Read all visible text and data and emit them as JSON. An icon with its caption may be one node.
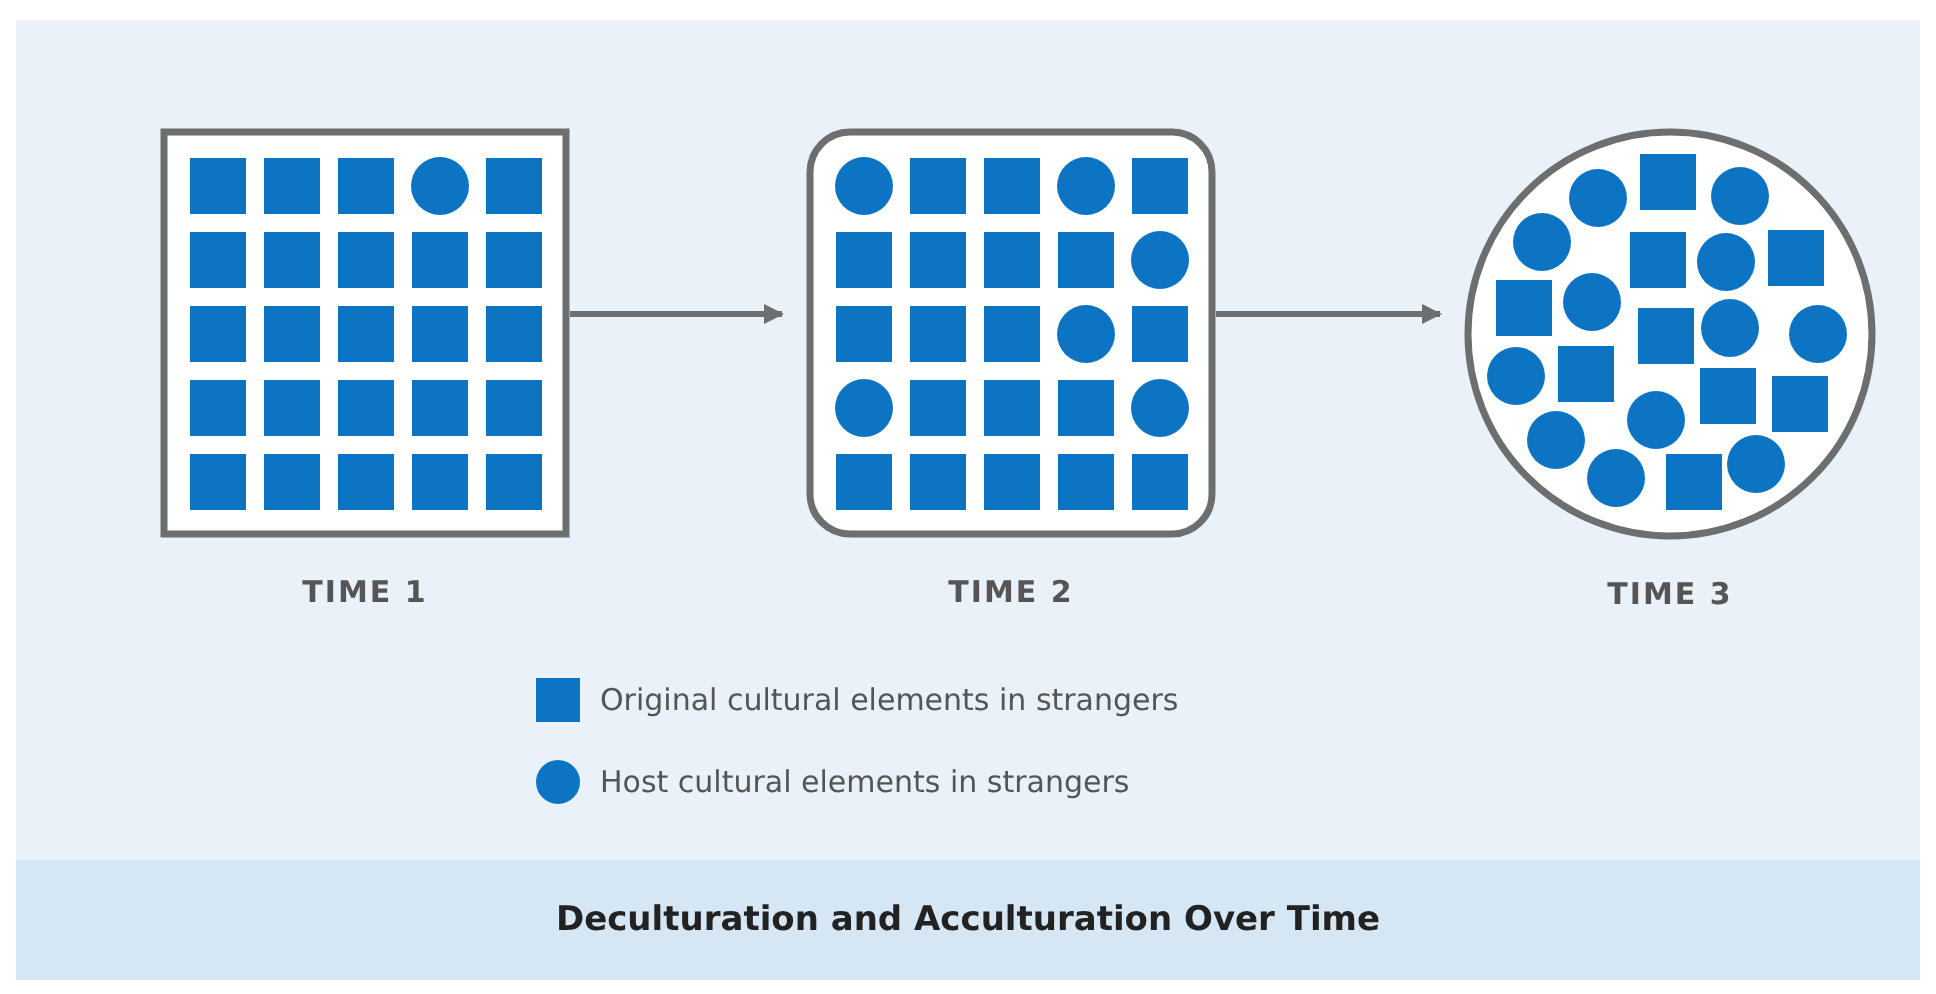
{
  "diagram": {
    "title": "Deculturation and Acculturation Over Time",
    "nodes": [
      {
        "text": [
          "TIME 1"
        ]
      },
      {
        "text": [
          "TIME 2"
        ]
      },
      {
        "text": [
          "TIME 3"
        ]
      }
    ],
    "edges": [
      {
        "from": 0,
        "to": 1,
        "arrow": "to"
      },
      {
        "from": 1,
        "to": 2,
        "arrow": "to"
      }
    ],
    "legend": [
      {
        "text": "Original cultural elements in strangers"
      },
      {
        "text": "Host cultural elements in strangers"
      }
    ]
  }
}
